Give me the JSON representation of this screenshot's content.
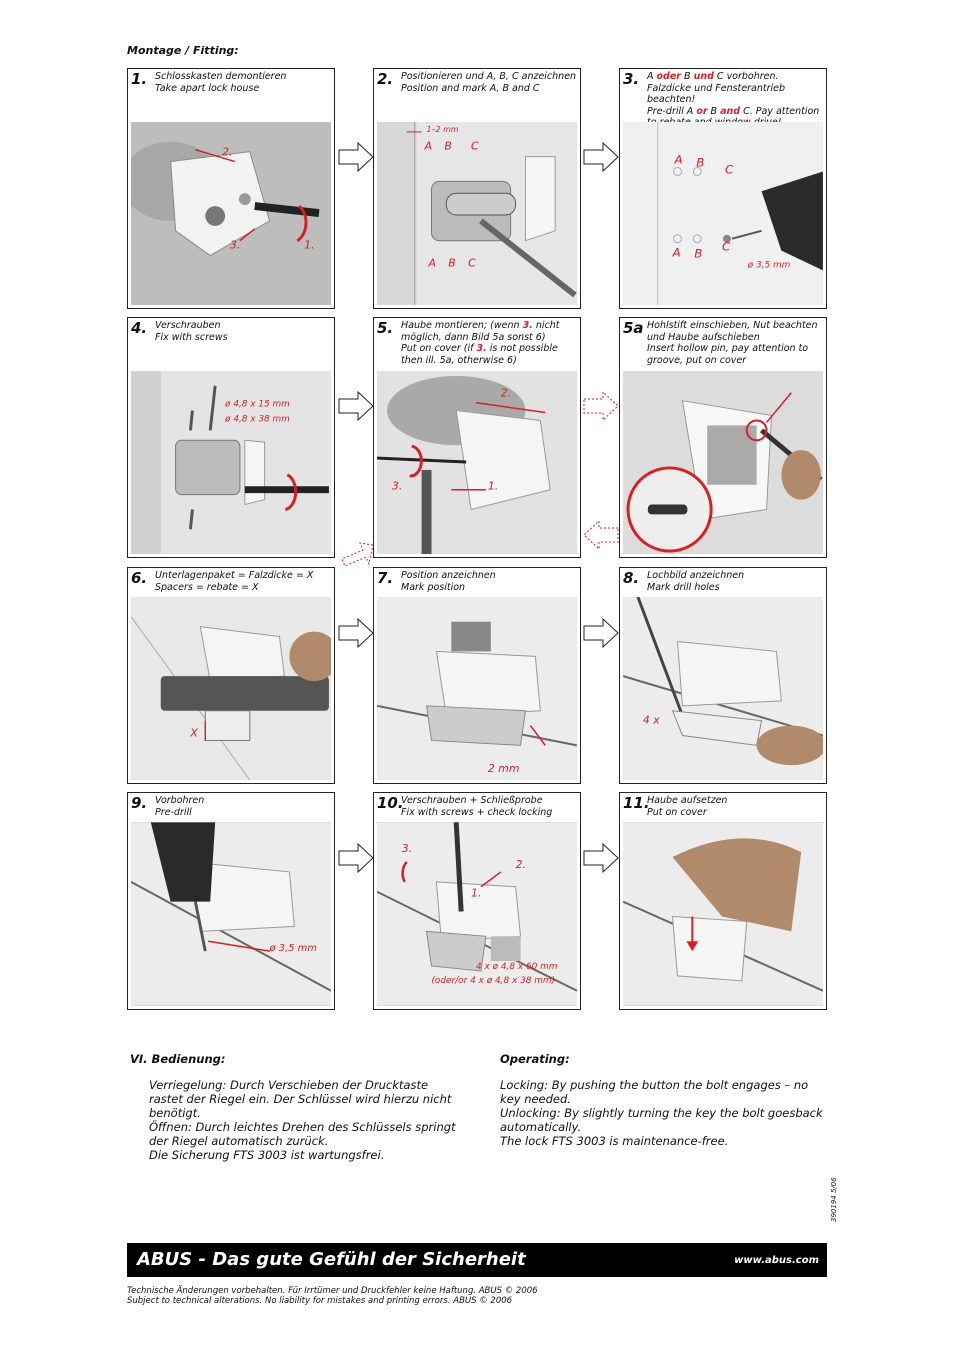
{
  "section_title": "Montage / Fitting:",
  "steps": [
    {
      "num": "1.",
      "caption": "Schlosskasten demontieren\nTake apart lock house",
      "labels": [
        "2.",
        "3.",
        "1."
      ]
    },
    {
      "num": "2.",
      "caption": "Positionieren und A, B, C anzeichnen\nPosition and mark A, B and C",
      "labels": [
        "1–2 mm",
        "A",
        "B",
        "C",
        "A",
        "B",
        "C"
      ]
    },
    {
      "num": "3.",
      "caption_parts": [
        "A ",
        "oder",
        " B ",
        "und",
        " C vorbohren. Falzdicke und Fensterantrieb beachten!\nPre-drill A ",
        "or",
        " B ",
        "and",
        " C. Pay attention to rebate and window drive!"
      ],
      "labels": [
        "A",
        "B",
        "C",
        "C",
        "A",
        "B",
        "ø 3,5 mm"
      ]
    },
    {
      "num": "4.",
      "caption": "Verschrauben\nFix with screws",
      "labels": [
        "ø 4,8 x 15 mm",
        "ø 4,8 x 38 mm"
      ]
    },
    {
      "num": "5.",
      "caption_parts": [
        "Haube montieren; (wenn ",
        "3.",
        " nicht möglich, dann Bild 5a sonst 6)\nPut on cover (if ",
        "3.",
        " is not possible then ill. 5a, otherwise 6)"
      ],
      "labels": [
        "2.",
        "3.",
        "1."
      ]
    },
    {
      "num": "5a",
      "caption": "Hohlstift einschieben, Nut beachten und Haube aufschieben\nInsert hollow pin, pay attention to groove, put on cover",
      "labels": []
    },
    {
      "num": "6.",
      "caption": "Unterlagenpaket = Falzdicke = X\nSpacers = rebate = X",
      "labels": [
        "X"
      ]
    },
    {
      "num": "7.",
      "caption": "Position anzeichnen\nMark position",
      "labels": [
        "2 mm"
      ]
    },
    {
      "num": "8.",
      "caption": "Lochbild anzeichnen\nMark drill holes",
      "labels": [
        "4 x"
      ]
    },
    {
      "num": "9.",
      "caption": "Vorbohren\nPre-drill",
      "labels": [
        "ø 3,5 mm"
      ]
    },
    {
      "num": "10.",
      "caption": "Verschrauben + Schließprobe\nFix with screws + check locking",
      "labels": [
        "3.",
        "2.",
        "1.",
        "4 x ø 4,8 x 60 mm",
        "(oder/or 4 x ø 4,8 x 38 mm)"
      ]
    },
    {
      "num": "11.",
      "caption": "Haube aufsetzen\nPut on cover",
      "labels": []
    }
  ],
  "operating_de": {
    "heading": "VI.  Bedienung:",
    "body": "Verriegelung: Durch Verschieben der Drucktaste rastet der Riegel ein. Der Schlüssel wird hierzu nicht benötigt.\nÖffnen: Durch leichtes Drehen des Schlüssels springt der Riegel automatisch zurück.\nDie Sicherung FTS 3003 ist wartungsfrei."
  },
  "operating_en": {
    "heading": "Operating:",
    "body": "Locking: By pushing the button the bolt engages – no key needed.\nUnlocking: By slightly turning the key the bolt goesback automatically.\nThe lock FTS 3003 is maintenance-free."
  },
  "footer": {
    "slogan": "ABUS - Das gute Gefühl der Sicherheit",
    "url": "www.abus.com",
    "doc_number": "390194  5/06",
    "disclaimer": "Technische Änderungen vorbehalten. Für Irrtümer und Druckfehler keine Haftung. ABUS © 2006\nSubject to technical alterations. No liability for mistakes and printing errors. ABUS © 2006"
  },
  "colors": {
    "accent_red": "#d81f26",
    "photo_grey": "#c9c9c9",
    "footer_black": "#000000"
  }
}
